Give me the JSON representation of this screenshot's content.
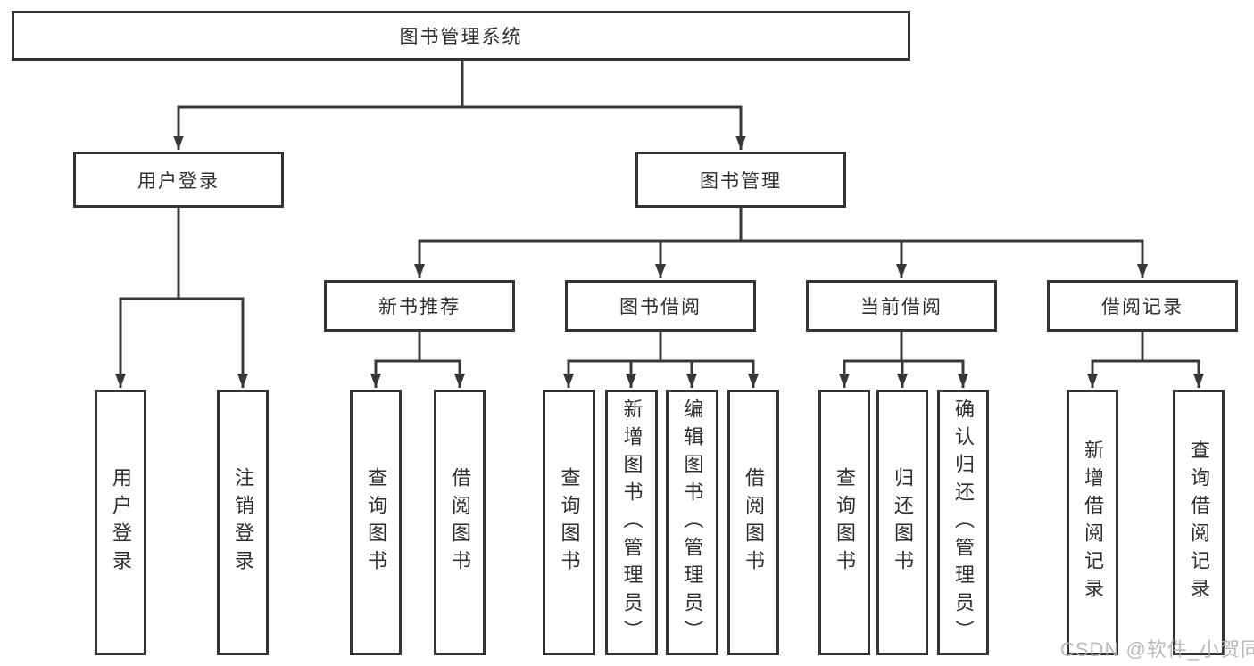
{
  "tree": {
    "root": "图书管理系统",
    "user_login": {
      "label": "用户登录",
      "children": [
        "用户登录",
        "注销登录"
      ]
    },
    "book_mgmt": {
      "label": "图书管理",
      "sections": [
        {
          "label": "新书推荐",
          "children": [
            "查询图书",
            "借阅图书"
          ]
        },
        {
          "label": "图书借阅",
          "children": [
            "查询图书",
            "新增图书（管理员）",
            "编辑图书（管理员）",
            "借阅图书"
          ]
        },
        {
          "label": "当前借阅",
          "children": [
            "查询图书",
            "归还图书",
            "确认归还（管理员）"
          ]
        },
        {
          "label": "借阅记录",
          "children": [
            "新增借阅记录",
            "查询借阅记录"
          ]
        }
      ]
    }
  },
  "watermark": "CSDN @软件_小贺同学",
  "colors": {
    "line": "#383838",
    "box_border": "#333333",
    "text": "#2f2f2f",
    "background": "#ffffff",
    "watermark": "#b2b2b2"
  }
}
